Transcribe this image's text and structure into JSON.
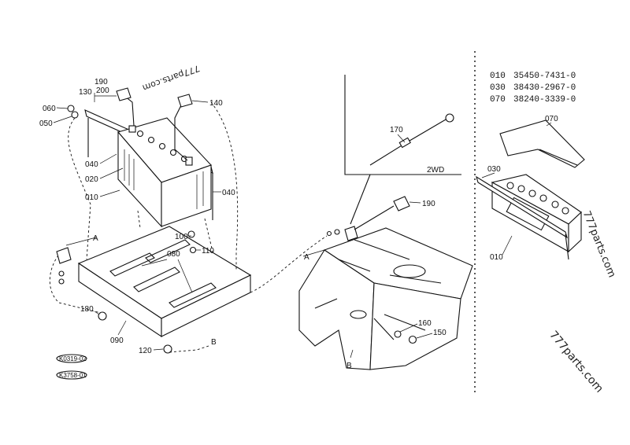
{
  "watermarks": [
    "777parts.com",
    "777parts.com",
    "777parts.com"
  ],
  "legend": [
    {
      "code": "010",
      "part": "35450-7431-0"
    },
    {
      "code": "030",
      "part": "38430-2967-0"
    },
    {
      "code": "070",
      "part": "38240-3339-0"
    }
  ],
  "callouts": {
    "c190": "190",
    "c130": "130",
    "c200": "200",
    "c060": "060",
    "c050": "050",
    "c140": "140",
    "c040a": "040",
    "c020": "020",
    "c010": "010",
    "c040b": "040",
    "c100": "100",
    "c110": "110",
    "c080": "080",
    "c180": "180",
    "c090": "090",
    "c120": "120",
    "c170": "170",
    "c2wd": "2WD",
    "c190b": "190",
    "c160": "160",
    "c150": "150",
    "c070": "070",
    "c030": "030",
    "c010b": "010",
    "refA1": "A",
    "refA2": "A",
    "refB1": "B",
    "refB2": "B"
  },
  "stamps": [
    "K0319-02",
    "K3758-01"
  ]
}
